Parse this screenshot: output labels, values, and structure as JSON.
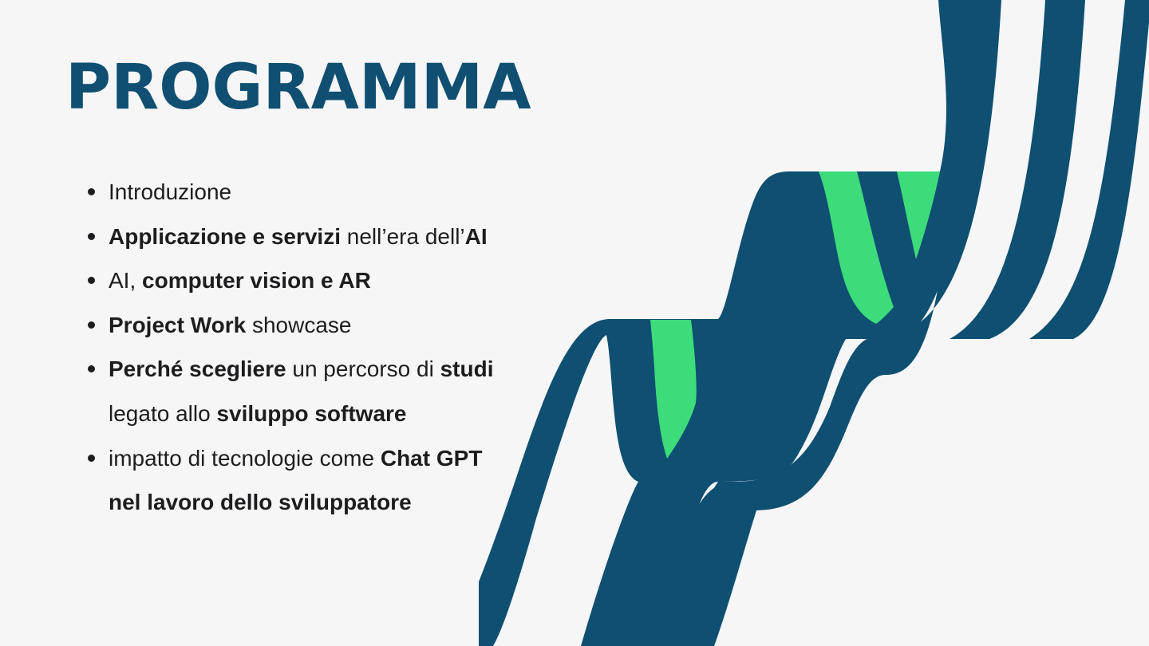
{
  "slide": {
    "title": "PROGRAMMA",
    "agenda": [
      [
        {
          "text": "Introduzione",
          "bold": false
        }
      ],
      [
        {
          "text": "Applicazione e servizi",
          "bold": true
        },
        {
          "text": " nell’era dell’",
          "bold": false
        },
        {
          "text": "AI",
          "bold": true
        }
      ],
      [
        {
          "text": "AI, ",
          "bold": false
        },
        {
          "text": "computer vision e AR",
          "bold": true
        }
      ],
      [
        {
          "text": "Project Work",
          "bold": true
        },
        {
          "text": " showcase",
          "bold": false
        }
      ],
      [
        {
          "text": "Perché scegliere",
          "bold": true
        },
        {
          "text": " un percorso di ",
          "bold": false
        },
        {
          "text": "studi",
          "bold": true
        },
        {
          "br": true
        },
        {
          "text": "legato allo ",
          "bold": false
        },
        {
          "text": "sviluppo software",
          "bold": true
        }
      ],
      [
        {
          "text": "impatto di tecnologie come ",
          "bold": false
        },
        {
          "text": "Chat GPT",
          "bold": true
        },
        {
          "br": true
        },
        {
          "text": "nel lavoro dello sviluppatore",
          "bold": true
        }
      ]
    ]
  },
  "colors": {
    "background": "#f6f6f7",
    "title": "#104f72",
    "ribbon_primary": "#0f4f71",
    "ribbon_accent": "#3ddc7a",
    "text": "#1d1d1f"
  },
  "decoration": {
    "icon": "wave-ribbons-graphic"
  }
}
